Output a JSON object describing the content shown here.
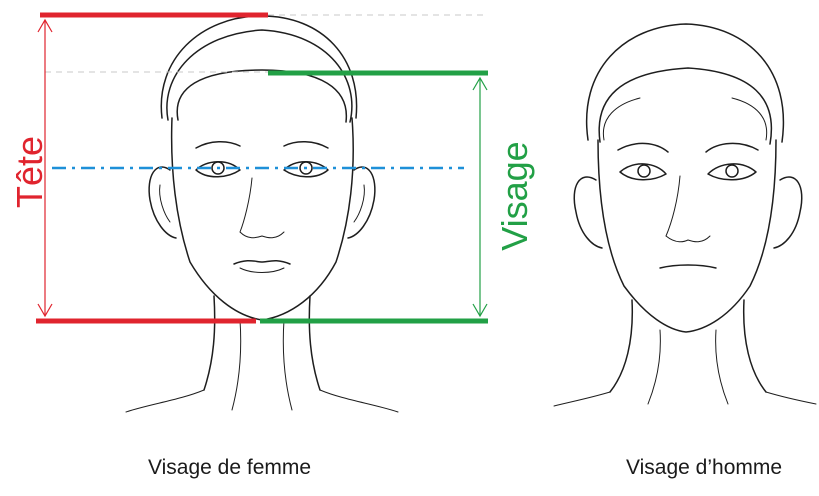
{
  "labels": {
    "head": "Tête",
    "face": "Visage"
  },
  "captions": {
    "female": "Visage de femme",
    "male": "Visage d’homme"
  },
  "colors": {
    "head": "#e0242e",
    "face": "#22a046",
    "eye_line": "#1e90d8",
    "guide": "#c8c8c8",
    "sketch": "#1e1e1e"
  }
}
